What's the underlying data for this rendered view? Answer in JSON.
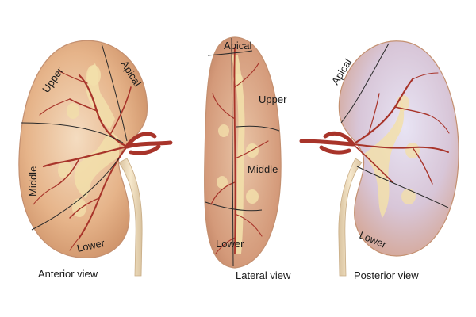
{
  "views": {
    "anterior": {
      "caption": "Anterior view",
      "segments": {
        "apical": "Apical",
        "upper": "Upper",
        "middle": "Middle",
        "lower": "Lower"
      }
    },
    "lateral": {
      "caption": "Lateral view",
      "segments": {
        "apical": "Apical",
        "upper": "Upper",
        "middle": "Middle",
        "lower": "Lower"
      }
    },
    "posterior": {
      "caption": "Posterior view",
      "segments": {
        "apical": "Apical",
        "lower": "Lower"
      }
    }
  },
  "colors": {
    "kidney_fill": "#e6b48a",
    "kidney_shade": "#c98b62",
    "kidney_outline": "#c49070",
    "pelvis": "#f2dfaa",
    "artery": "#a8342a",
    "ureter": "#efdcb8",
    "segment_line": "#2a2a2a",
    "posterior_tint": "#c8c8e8"
  }
}
